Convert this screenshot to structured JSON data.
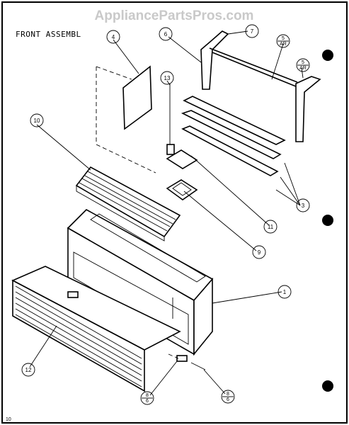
{
  "watermark": "AppliancePartsPros.com",
  "title": "FRONT ASSEMBL",
  "page_number": "10",
  "callouts": {
    "c1": "1",
    "c3": "3",
    "c4": "4",
    "c6": "6",
    "c7": "7",
    "c9": "9",
    "c10": "10",
    "c11": "11",
    "c12": "12",
    "c13": "13"
  },
  "fraction_callouts": {
    "f5a_top": "5",
    "f5a_bot": "AR",
    "f5b_top": "5",
    "f5b_bot": "AR",
    "f8a_top": "8",
    "f8a_bot": "6",
    "f8b_top": "8",
    "f8b_bot": "6"
  }
}
